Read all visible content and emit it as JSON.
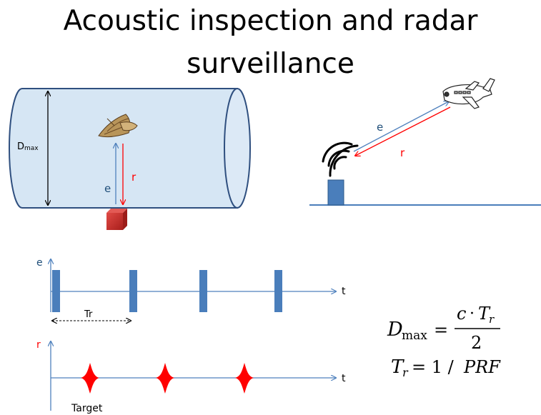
{
  "title": {
    "line1": "Acoustic inspection and radar",
    "line2": "surveillance"
  },
  "tank": {
    "dim_label_main": "D",
    "dim_label_sub": "max",
    "emit_label": "e",
    "return_label": "r"
  },
  "radar": {
    "emit_label": "e",
    "return_label": "r"
  },
  "timing": {
    "emit_axis_label": "e",
    "return_axis_label": "r",
    "time_label_top": "t",
    "time_label_bottom": "t",
    "period_label": "Tr",
    "target_label": "Target"
  },
  "formula": {
    "lhs_main": "D",
    "lhs_sub": "max",
    "equals": "=",
    "numerator_c": "c",
    "numerator_dot": "·",
    "numerator_T": "T",
    "numerator_sub": "r",
    "denominator": "2",
    "line2_T": "T",
    "line2_sub": "r",
    "line2_rhs": "= 1 / ",
    "line2_prf": "PRF"
  },
  "colors": {
    "tank_fill": "#d6e6f4",
    "tank_stroke": "#2f4f7f",
    "emit": "#4f81bd",
    "return": "#ff0000",
    "pulse": "#4a7ebb",
    "cube": "#c0302e",
    "ground": "#4a7ebb",
    "radar_box": "#4a7ebb"
  }
}
